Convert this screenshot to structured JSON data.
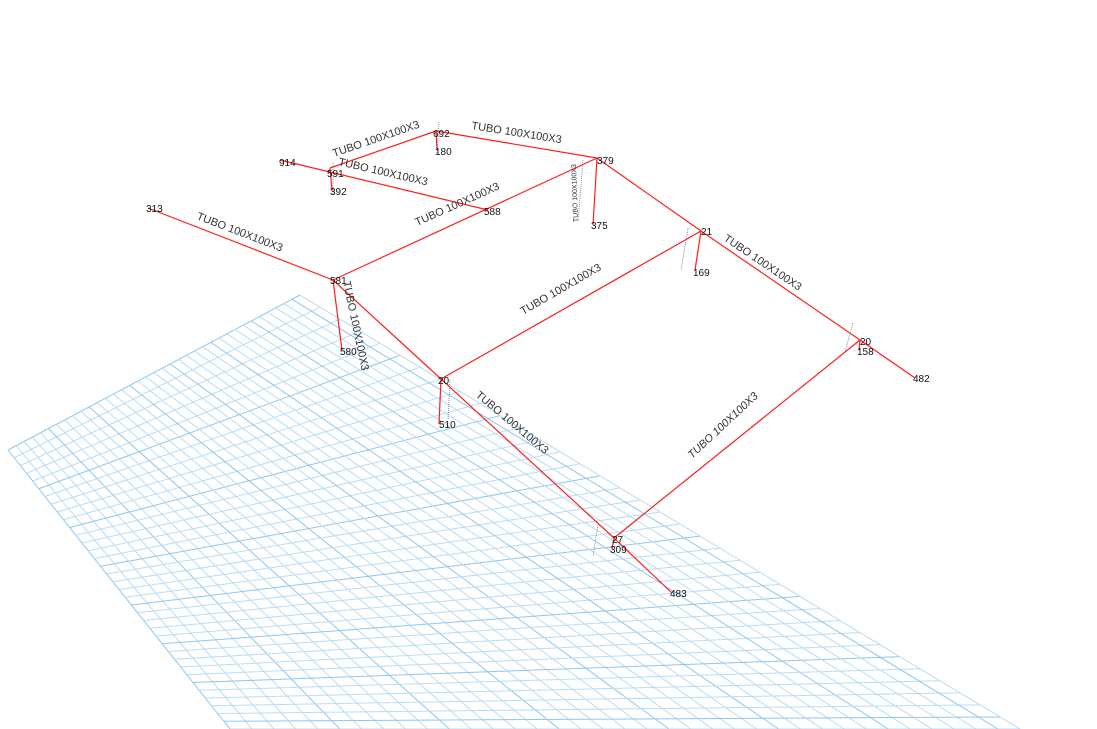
{
  "colors": {
    "member": "#ff1e1e",
    "grid": "#b8dcf5",
    "grid_major": "#8fc6ef",
    "text": "#333333",
    "background": "#ffffff"
  },
  "nodes": {
    "n1": "313",
    "n2": "581",
    "n3": "580",
    "n4": "914",
    "n5": "591",
    "n6": "392",
    "n7": "692",
    "n8": "180",
    "n9": "588",
    "n10": "379",
    "n11": "375",
    "n12": "21",
    "n13": "169",
    "n14": "20",
    "n15": "158",
    "n16": "482",
    "n17": "20",
    "n18": "510",
    "n19": "27",
    "n20": "309",
    "n21": "483"
  },
  "member_labels": {
    "m1": "TUBO 100X100X3",
    "m2": "TUBO 100X100X3",
    "m3": "TUBO 100X100X3",
    "m4": "TUBO 100X100X3",
    "m5": "TUBO 100X100X3",
    "m6": "TUBO 100X100X3",
    "m7": "TUBO 100X100X3",
    "m8": "TUBO 100X100X3",
    "m9": "TUBO 100X100X3",
    "m10": "TUBO 100X100X3",
    "m11": "TUBO 100X100X3"
  }
}
